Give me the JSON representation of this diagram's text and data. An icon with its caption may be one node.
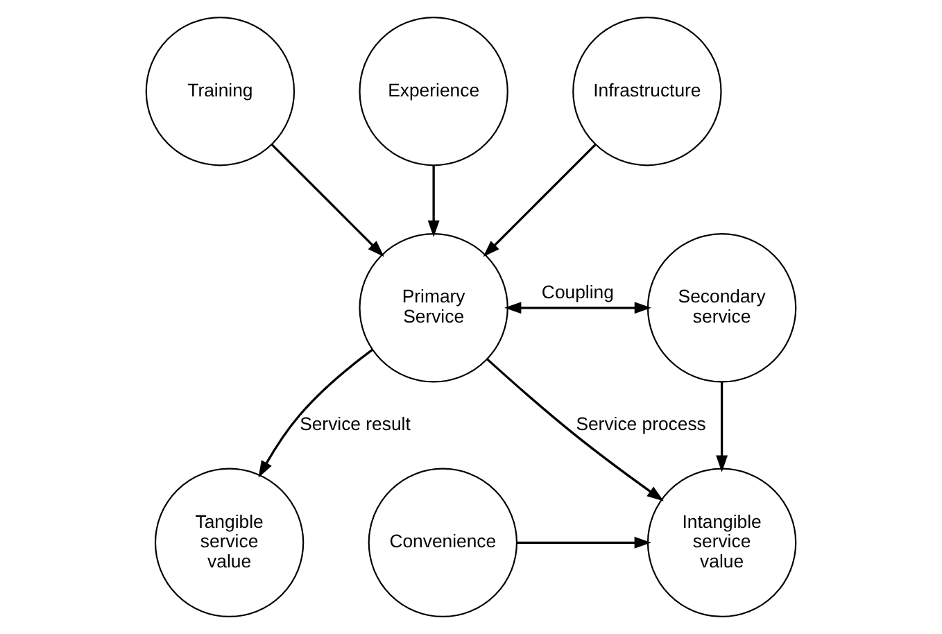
{
  "diagram": {
    "nodes": [
      {
        "text": [
          "Training"
        ]
      },
      {
        "text": [
          "Experience"
        ]
      },
      {
        "text": [
          "Infrastructure"
        ]
      },
      {
        "text": [
          "Primary Service"
        ]
      },
      {
        "text": [
          "Secondary service"
        ]
      },
      {
        "text": [
          "Tangible service value"
        ]
      },
      {
        "text": [
          "Intangible service value"
        ]
      },
      {
        "text": [
          "Convenience"
        ]
      }
    ],
    "edges": [
      {
        "from": 0,
        "to": 3,
        "arrow": "to"
      },
      {
        "from": 1,
        "to": 3,
        "arrow": "to"
      },
      {
        "from": 2,
        "to": 3,
        "arrow": "to"
      },
      {
        "from": 3,
        "to": 4,
        "arrow": "both",
        "label": "Coupling"
      },
      {
        "from": 3,
        "to": 5,
        "arrow": "to",
        "label": "Service result"
      },
      {
        "from": 3,
        "to": 6,
        "arrow": "to",
        "label": "Service process"
      },
      {
        "from": 4,
        "to": 6,
        "arrow": "to"
      },
      {
        "from": 7,
        "to": 6,
        "arrow": "to"
      }
    ]
  }
}
